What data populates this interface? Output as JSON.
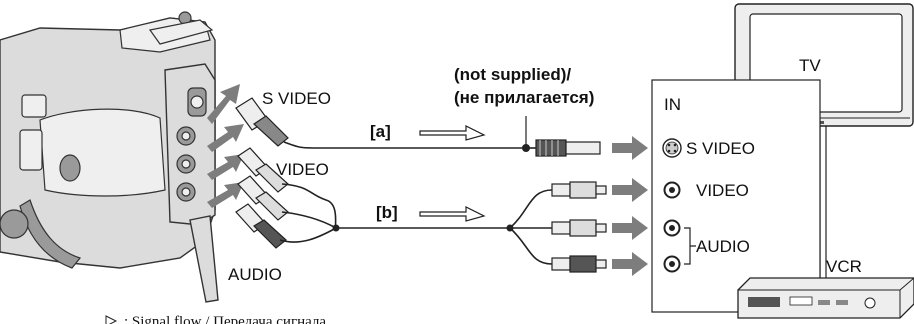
{
  "labels": {
    "not_supplied_en": "(not supplied)/",
    "not_supplied_ru": "(не прилагается)",
    "s_video_left": "S VIDEO",
    "video_left": "VIDEO",
    "audio_left": "AUDIO",
    "cable_a": "[a]",
    "cable_b": "[b]",
    "tv": "TV",
    "in": "IN",
    "s_video_right": "S VIDEO",
    "video_right": "VIDEO",
    "audio_right": "AUDIO",
    "vcr": "VCR",
    "legend": ": Signal flow / Передача сигнала"
  },
  "colors": {
    "arrow": "#7d7d7d",
    "cable": "#222222",
    "camera_body": "#dcdcdc"
  },
  "icons": {
    "signal_flow": "signal-flow-arrow-icon",
    "s_video_jack": "s-video-jack-icon",
    "rca_jack": "rca-jack-icon"
  }
}
